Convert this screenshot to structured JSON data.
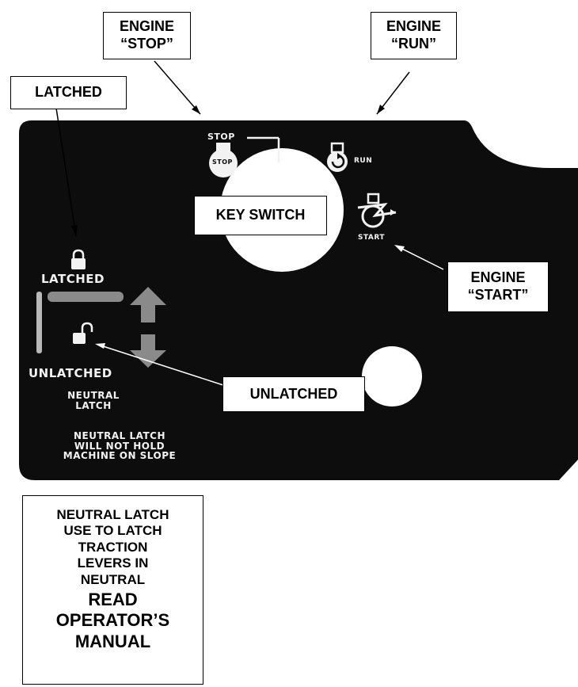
{
  "callouts": {
    "engine_stop": [
      "ENGINE",
      "“STOP”"
    ],
    "engine_run": [
      "ENGINE",
      "“RUN”"
    ],
    "latched": "LATCHED",
    "key_switch": "KEY SWITCH",
    "engine_start": [
      "ENGINE",
      "“START”"
    ],
    "unlatched": "UNLATCHED",
    "instructions_small": [
      "NEUTRAL LATCH",
      "USE TO LATCH",
      "TRACTION",
      "LEVERS IN",
      "NEUTRAL"
    ],
    "instructions_large": [
      "READ",
      "OPERATOR’S",
      "MANUAL"
    ]
  },
  "plate": {
    "stop_label": "STOP",
    "stop_icon_text": "STOP",
    "run_label": "RUN",
    "start_label": "START",
    "latched_label": "LATCHED",
    "unlatched_label": "UNLATCHED",
    "neutral_latch_label": [
      "NEUTRAL",
      "LATCH"
    ],
    "warning": [
      "NEUTRAL LATCH",
      "WILL NOT HOLD",
      "MACHINE ON SLOPE"
    ]
  },
  "colors": {
    "plate": "#0d0d0d",
    "plate_text": "#f2f2f2",
    "arrow_gray": "#8a8a8a",
    "latch_gray": "#b8b8b8"
  }
}
